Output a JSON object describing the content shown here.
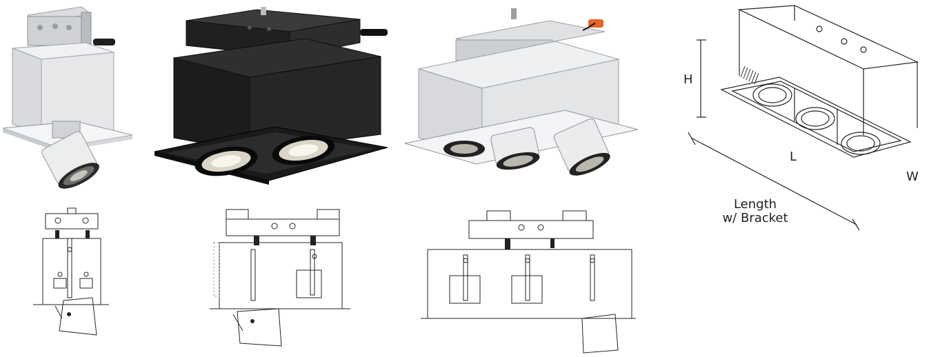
{
  "dimension_labels": {
    "height": "H",
    "length": "L",
    "width": "W",
    "length_with_bracket_line1": "Length",
    "length_with_bracket_line2": "w/ Bracket"
  },
  "colors": {
    "housing_white": "#e4e6e8",
    "housing_white_dark": "#b9bcc0",
    "housing_black": "#1b1b1b",
    "housing_black_mid": "#2c2c2c",
    "lamp_glow": "#f4f1e6",
    "line_drawing": "#222222",
    "connector_orange": "#e8632a"
  }
}
